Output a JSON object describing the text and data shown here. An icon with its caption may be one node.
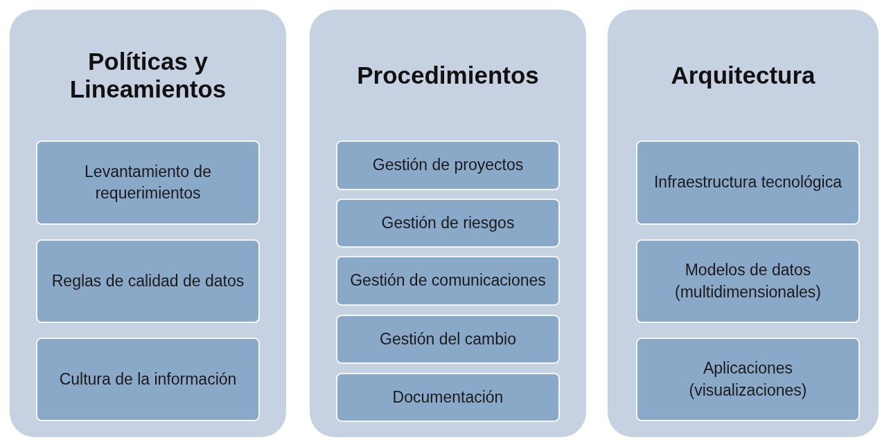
{
  "diagram": {
    "nodes": [
      {
        "text": [
          "Políticas y Lineamientos"
        ]
      },
      {
        "text": [
          "Levantamiento de requerimientos"
        ],
        "in": 0
      },
      {
        "text": [
          "Reglas de calidad de datos"
        ],
        "in": 0
      },
      {
        "text": [
          "Cultura de la información"
        ],
        "in": 0
      },
      {
        "text": [
          "Procedimientos"
        ]
      },
      {
        "text": [
          "Gestión de proyectos"
        ],
        "in": 4
      },
      {
        "text": [
          "Gestión de riesgos"
        ],
        "in": 4
      },
      {
        "text": [
          "Gestión de comunicaciones"
        ],
        "in": 4
      },
      {
        "text": [
          "Gestión del cambio"
        ],
        "in": 4
      },
      {
        "text": [
          "Documentación"
        ],
        "in": 4
      },
      {
        "text": [
          "Arquitectura"
        ]
      },
      {
        "text": [
          "Infraestructura tecnológica"
        ],
        "in": 10
      },
      {
        "text": [
          "Modelos de datos (multidimensionales)"
        ],
        "in": 10
      },
      {
        "text": [
          "Aplicaciones (visualizaciones)"
        ],
        "in": 10
      }
    ],
    "edges": []
  }
}
